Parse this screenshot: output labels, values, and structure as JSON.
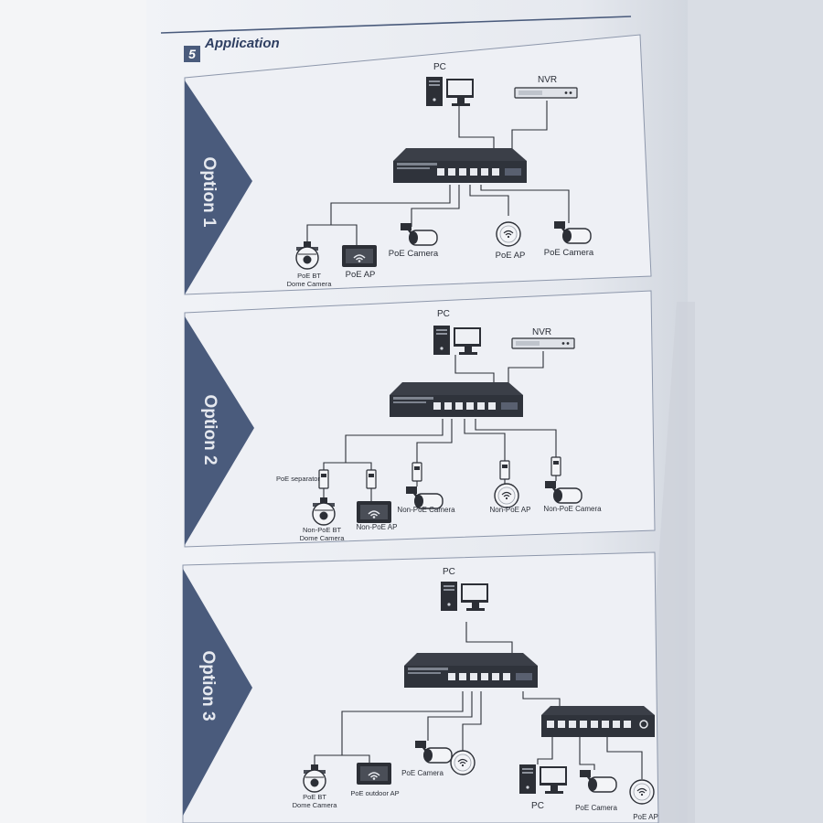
{
  "section": {
    "number": "5",
    "title": "Application"
  },
  "colors": {
    "accent": "#4a5b7c",
    "paper": "#e9ecf2",
    "ink": "#2b2f38"
  },
  "options": [
    {
      "label": "Option 1",
      "devices": {
        "pc": "PC",
        "nvr": "NVR",
        "dome_line1": "PoE BT",
        "dome_line2": "Dome Camera",
        "ap_box": "PoE AP",
        "camera_a": "PoE Camera",
        "ap_round": "PoE AP",
        "camera_b": "PoE Camera"
      }
    },
    {
      "label": "Option 2",
      "devices": {
        "pc": "PC",
        "nvr": "NVR",
        "separator": "PoE separator",
        "dome_line1": "Non-PoE BT",
        "dome_line2": "Dome Camera",
        "ap_box": "Non-PoE AP",
        "camera_a": "Non-PoE Camera",
        "ap_round": "Non-PoE AP",
        "camera_b": "Non-PoE Camera"
      }
    },
    {
      "label": "Option 3",
      "devices": {
        "pc": "PC",
        "dome_line1": "PoE BT",
        "dome_line2": "Dome Camera",
        "ap_box": "PoE outdoor AP",
        "camera_a": "PoE Camera",
        "pc_b": "PC",
        "camera_b": "PoE Camera",
        "ap_round": "PoE AP"
      }
    }
  ]
}
